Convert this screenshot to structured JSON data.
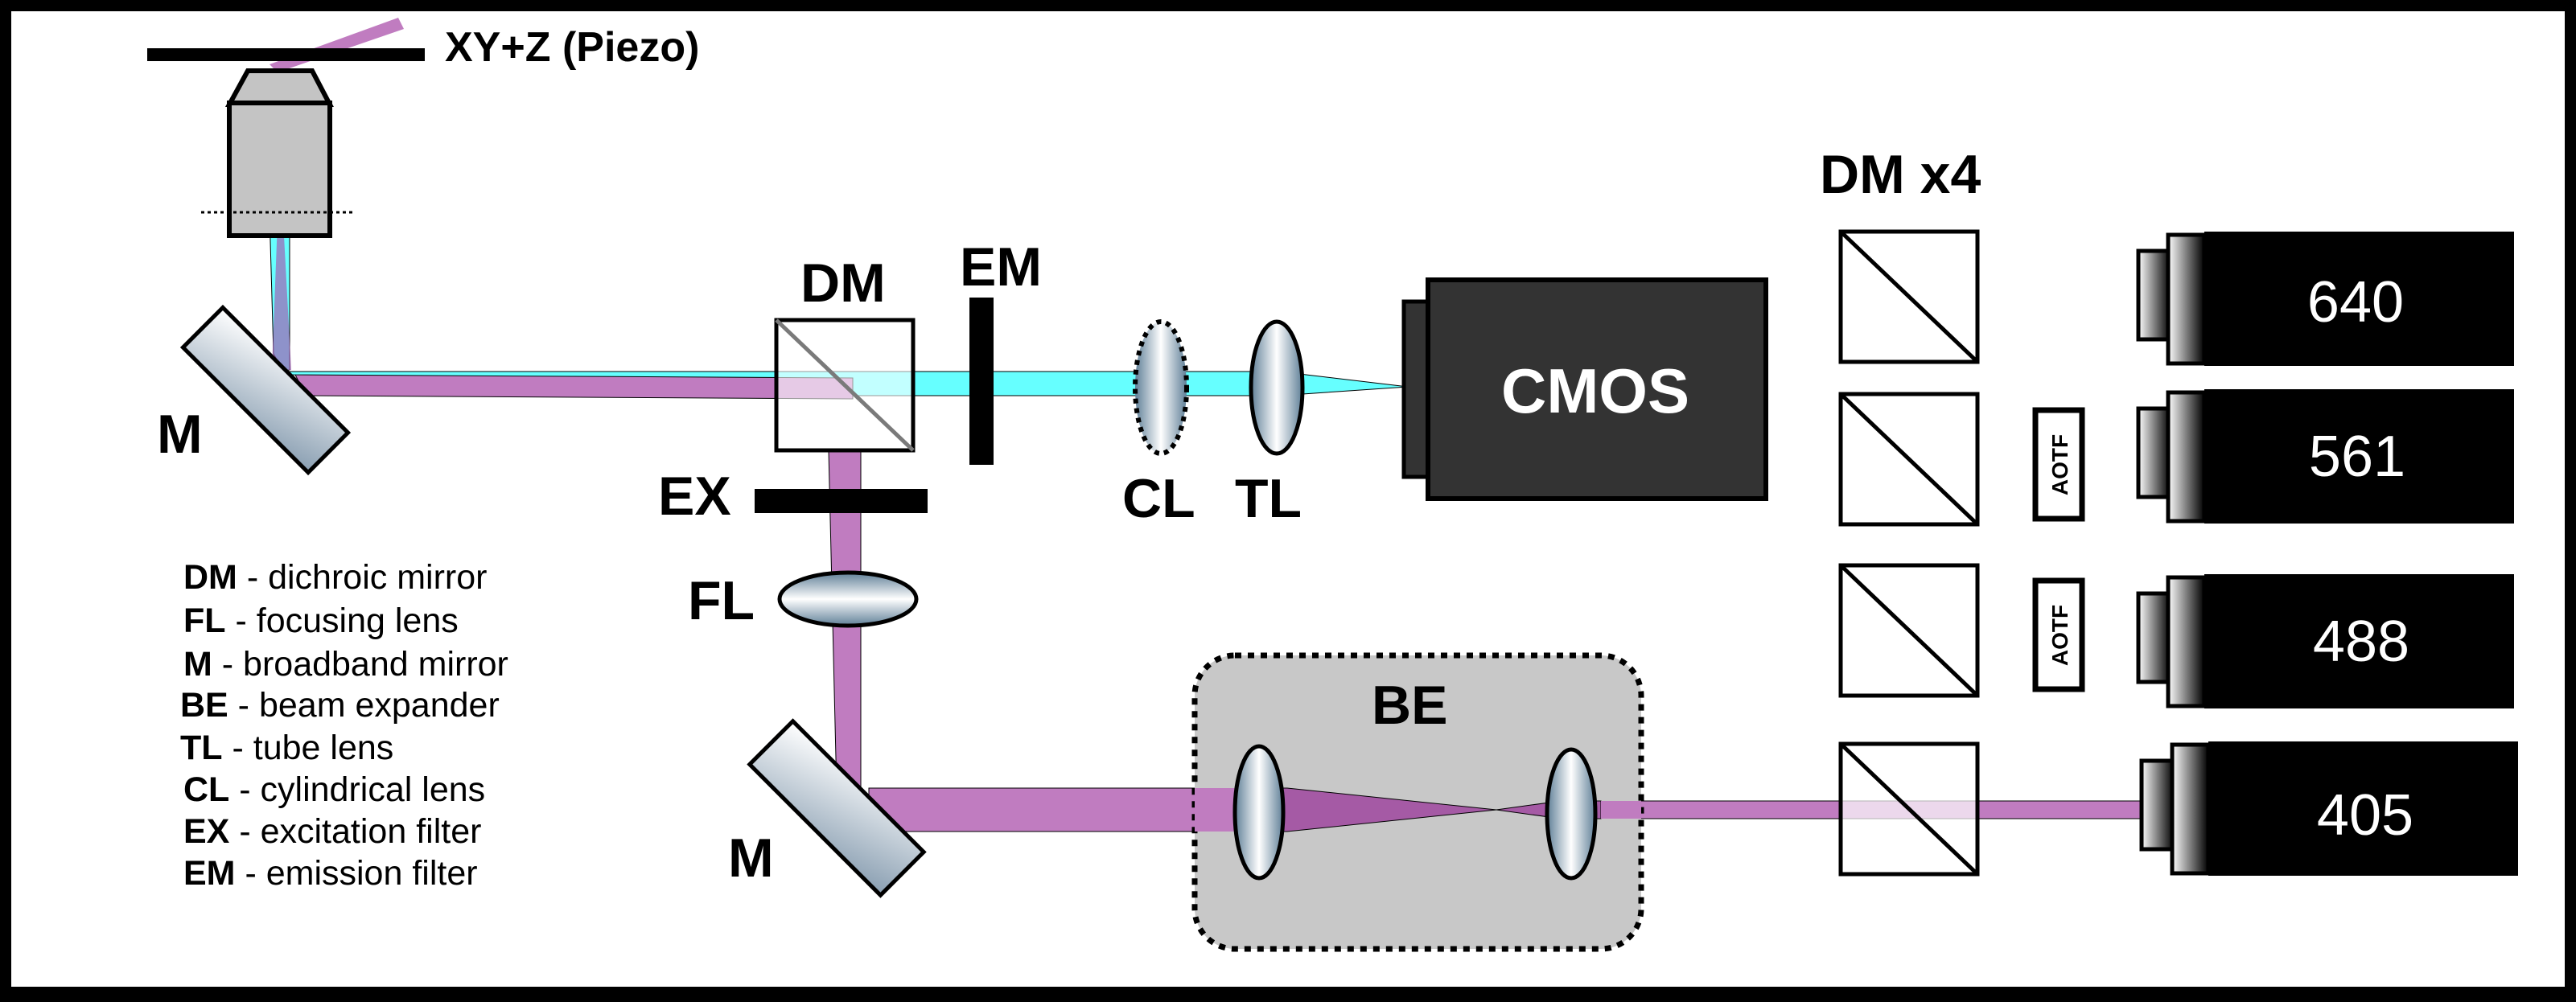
{
  "labels": {
    "stage": "XY+Z (Piezo)",
    "dm_main": "DM",
    "em": "EM",
    "ex": "EX",
    "fl": "FL",
    "m_top": "M",
    "m_bottom": "M",
    "cl": "CL",
    "tl": "TL",
    "camera": "CMOS",
    "be": "BE",
    "dm_group": "DM x4",
    "aotf": "AOTF"
  },
  "lasers": [
    "640",
    "561",
    "488",
    "405"
  ],
  "legend": [
    {
      "key": "DM",
      "desc": " - dichroic mirror"
    },
    {
      "key": "FL",
      "desc": " - focusing lens"
    },
    {
      "key": "M",
      "desc": " - broadband mirror"
    },
    {
      "key": "BE",
      "desc": " - beam expander"
    },
    {
      "key": "TL",
      "desc": " - tube lens"
    },
    {
      "key": "CL",
      "desc": " - cylindrical lens"
    },
    {
      "key": "EX",
      "desc": " - excitation filter"
    },
    {
      "key": "EM",
      "desc": " - emission filter"
    }
  ],
  "colors": {
    "excitation": "#c07cc0",
    "emission": "#66ffff",
    "objective": "#c4c4c4",
    "camera": "#333333",
    "expander": "#c8c8c8",
    "laser": "#000000"
  }
}
